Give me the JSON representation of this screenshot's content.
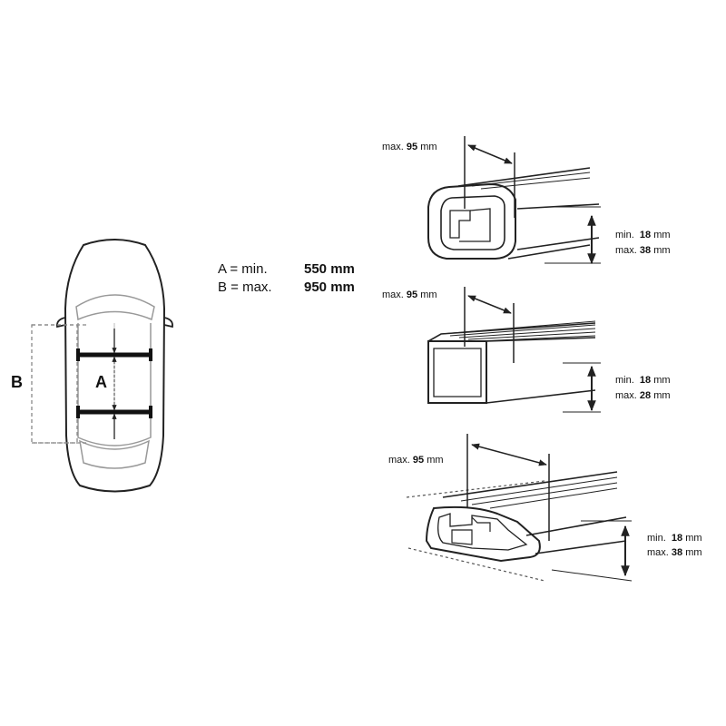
{
  "car_diagram": {
    "label_a": "A",
    "label_b": "B"
  },
  "spec": {
    "row_a_key": "A = min.",
    "row_a_value": "550 mm",
    "row_b_key": "B = max.",
    "row_b_value": "950 mm"
  },
  "profiles": [
    {
      "shape": "oval-tube",
      "width_prefix": "max.",
      "width_value": "95",
      "width_unit": "mm",
      "min_prefix": "min.",
      "min_value": "18",
      "min_unit": "mm",
      "max_prefix": "max.",
      "max_value": "38",
      "max_unit": "mm"
    },
    {
      "shape": "square-tube",
      "width_prefix": "max.",
      "width_value": "95",
      "width_unit": "mm",
      "min_prefix": "min.",
      "min_value": "18",
      "min_unit": "mm",
      "max_prefix": "max.",
      "max_value": "28",
      "max_unit": "mm"
    },
    {
      "shape": "aero-wing",
      "width_prefix": "max.",
      "width_value": "95",
      "width_unit": "mm",
      "min_prefix": "min.",
      "min_value": "18",
      "min_unit": "mm",
      "max_prefix": "max.",
      "max_value": "38",
      "max_unit": "mm"
    }
  ],
  "colors": {
    "line": "#222222",
    "light_line": "#9a9a9a",
    "background": "#ffffff"
  }
}
